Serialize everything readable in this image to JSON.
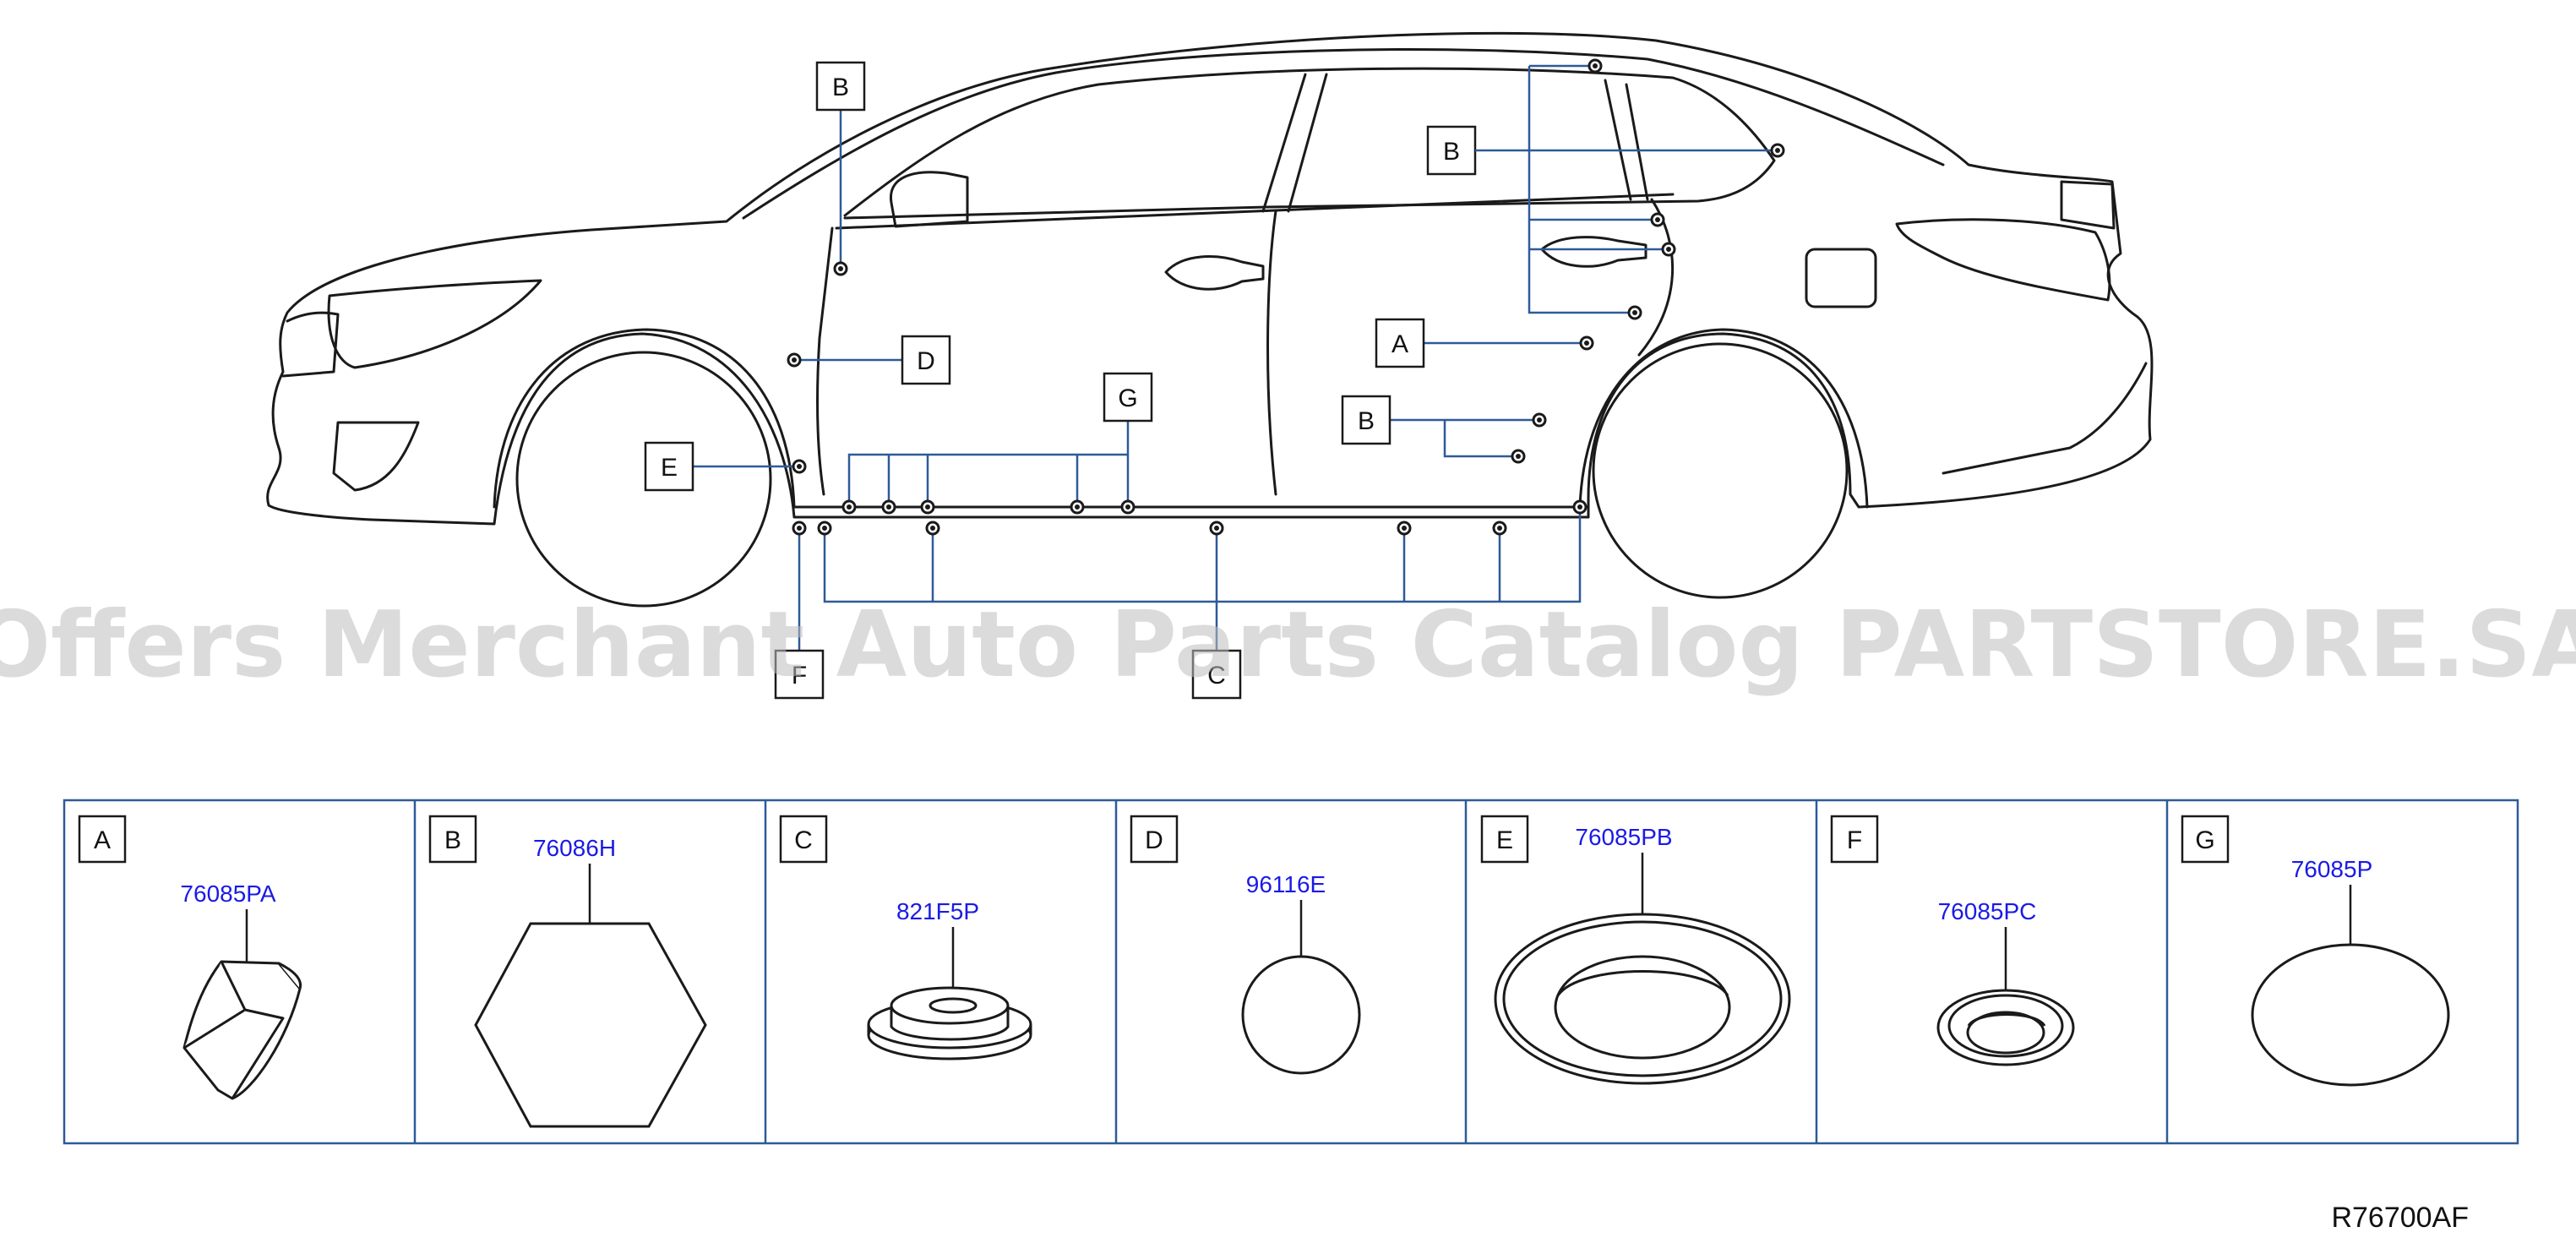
{
  "watermark": "Offers Merchant Auto Parts Catalog PARTSTORE.SA",
  "diagram_code": "R76700AF",
  "colors": {
    "leader": "#2e5a99",
    "part_number": "#1a1ae6",
    "outline": "#1a1a1a"
  },
  "callouts": {
    "door_top_b": "B",
    "rear_window_b": "B",
    "door_d": "D",
    "sill_g": "G",
    "front_e": "E",
    "rear_a": "A",
    "rear_lower_b": "B",
    "bottom_f": "F",
    "bottom_c": "C"
  },
  "parts": [
    {
      "letter": "A",
      "part_number": "76085PA"
    },
    {
      "letter": "B",
      "part_number": "76086H"
    },
    {
      "letter": "C",
      "part_number": "821F5P"
    },
    {
      "letter": "D",
      "part_number": "96116E"
    },
    {
      "letter": "E",
      "part_number": "76085PB"
    },
    {
      "letter": "F",
      "part_number": "76085PC"
    },
    {
      "letter": "G",
      "part_number": "76085P"
    }
  ]
}
